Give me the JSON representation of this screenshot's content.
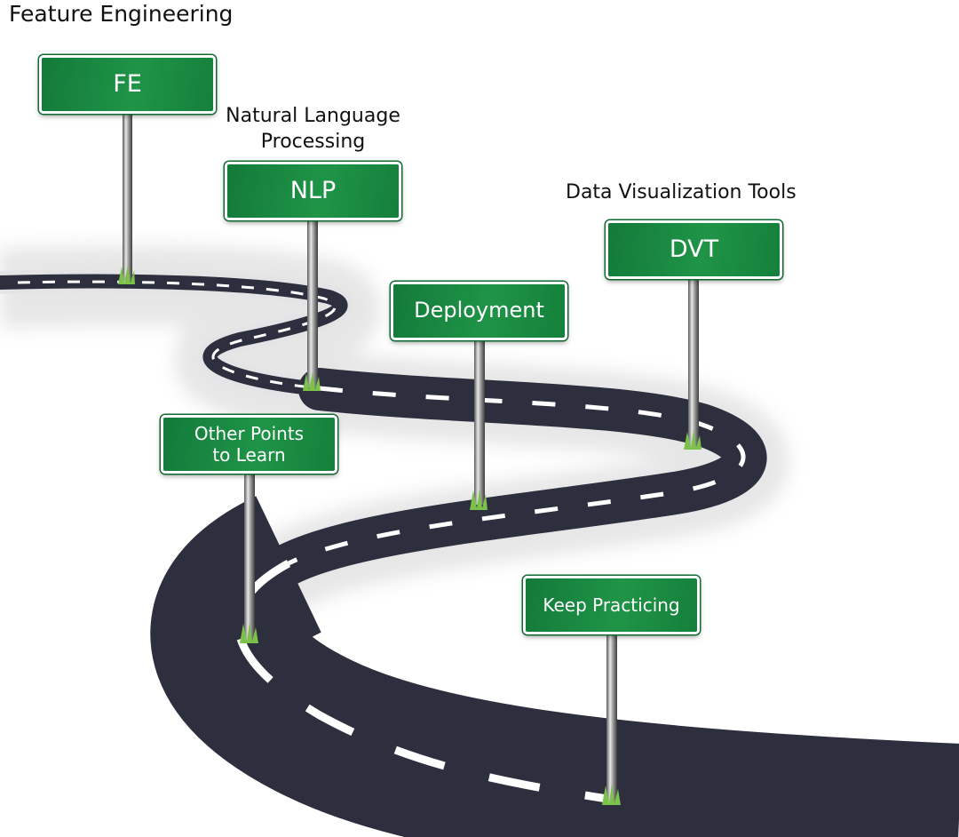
{
  "signs": [
    {
      "label": "FE",
      "caption": "Feature Engineering"
    },
    {
      "label": "NLP",
      "caption": "Natural Language\nProcessing"
    },
    {
      "label": "DVT",
      "caption": "Data Visualization Tools"
    },
    {
      "label": "Deployment",
      "caption": ""
    },
    {
      "label": "Other Points\nto Learn",
      "caption": ""
    },
    {
      "label": "Keep Practicing",
      "caption": ""
    }
  ],
  "colors": {
    "sign_green": "#1c8c43",
    "road": "#2e2f3e",
    "road_edge": "#e6e6e8",
    "lane_marking": "#ffffff",
    "grass": "#7cc24a"
  }
}
